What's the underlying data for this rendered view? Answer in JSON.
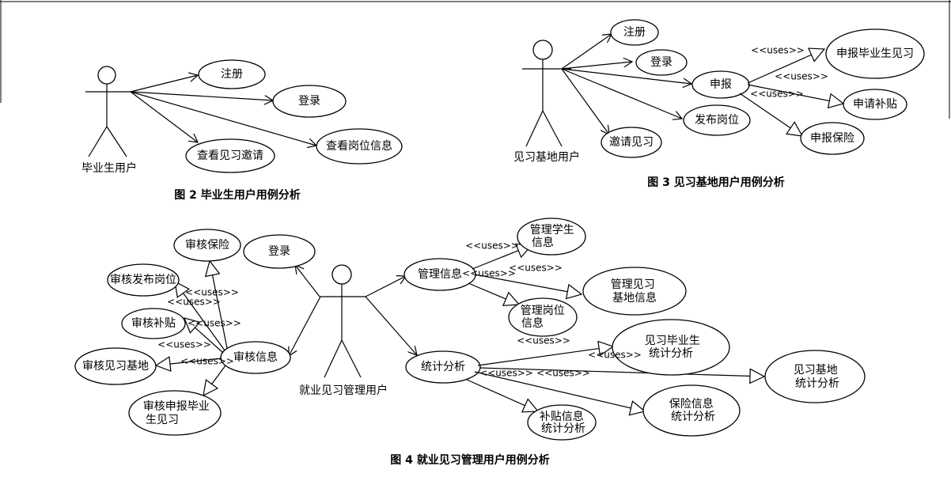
{
  "figures": {
    "fig2": {
      "caption": "图 2   毕业生用户用例分析",
      "actor": "毕业生用户",
      "use_cases": [
        "注册",
        "登录",
        "查看见习邀请",
        "查看岗位信息"
      ]
    },
    "fig3": {
      "caption": "图 3   见习基地用户用例分析",
      "actor": "见习基地用户",
      "use_cases": [
        "注册",
        "登录",
        "申报",
        "发布岗位",
        "邀请见习",
        "申报毕业生见习",
        "申请补贴",
        "申报保险"
      ],
      "relations": [
        "<<uses>>",
        "<<uses>>",
        "<<uses>>"
      ]
    },
    "fig4": {
      "caption": "图 4   就业见习管理用户用例分析",
      "actor": "就业见习管理用户",
      "use_cases": [
        "登录",
        "管理信息",
        "审核信息",
        "统计分析",
        "审核保险",
        "审核发布岗位",
        "审核补贴",
        "审核见习基地",
        "审核申报毕业生见习",
        "管理学生信息",
        "管理见习基地信息",
        "管理岗位信息",
        "见习毕业生统计分析",
        "见习基地统计分析",
        "保险信息统计分析",
        "补贴信息统计分析"
      ],
      "relations": [
        "<<uses>>",
        "<<uses>>",
        "<<uses>>",
        "<<uses>>",
        "<<uses>>",
        "<<uses>>",
        "<<uses>>",
        "<<uses>>",
        "<<uses>>",
        "<<uses>>",
        "<<uses>>"
      ]
    }
  }
}
